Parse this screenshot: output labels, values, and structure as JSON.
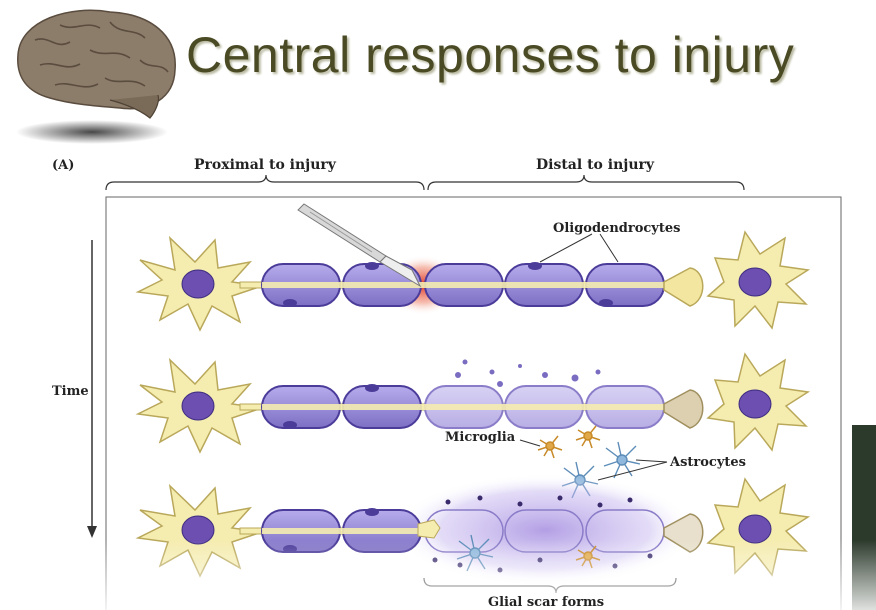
{
  "slide": {
    "title": "Central responses to injury"
  },
  "figure": {
    "panel_letter": "(A)",
    "proximal_label": "Proximal to injury",
    "distal_label": "Distal to injury",
    "time_label": "Time",
    "oligodendrocytes_label": "Oligodendrocytes",
    "microglia_label": "Microglia",
    "astrocytes_label": "Astrocytes",
    "glial_scar_label": "Glial scar forms"
  },
  "colors": {
    "title": "#4a4a24",
    "myelin_fill": "#9b8fd6",
    "myelin_stroke": "#4b3c9a",
    "neuron_fill": "#f5ecb0",
    "neuron_stroke": "#b9a85a",
    "nucleus": "#6c4fb0",
    "injury": "#e03020",
    "glia_haze": "#b9a6e6",
    "microglia": "#d8a040",
    "astrocyte": "#6fa0c8"
  },
  "icons": {
    "brain": "brain-icon",
    "scalpel": "scalpel-icon"
  }
}
